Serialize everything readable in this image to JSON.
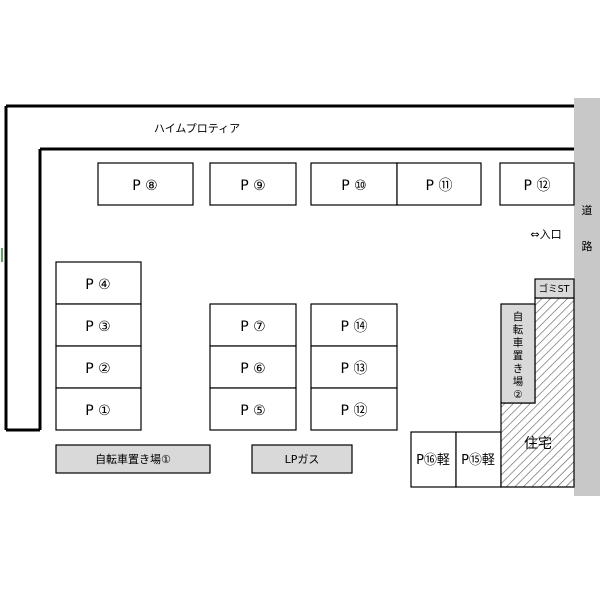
{
  "building_name": "ハイムプロティア",
  "road_label": "道路",
  "entrance_label": "⇔入口",
  "garbage_station": "ゴミST",
  "bike_parking_1": "自転車置き場①",
  "bike_parking_2": "自転車置き場②",
  "lp_gas": "LPガス",
  "house": "住宅",
  "spaces": {
    "p8": "P ⑧",
    "p9": "P ⑨",
    "p10": "P ⑩",
    "p11": "P ⑪",
    "p12_top": "P ⑫",
    "p4": "P ④",
    "p3": "P ③",
    "p2": "P ②",
    "p1": "P ①",
    "p7": "P ⑦",
    "p6": "P ⑥",
    "p5": "P ⑤",
    "p14": "P ⑭",
    "p13": "P ⑬",
    "p12_bottom": "P ⑫",
    "p16": "P⑯軽",
    "p15": "P⑮軽"
  },
  "colors": {
    "gray_fill": "#d9d9d9",
    "road_fill": "#c8c8c8",
    "hatch": "#555555"
  }
}
